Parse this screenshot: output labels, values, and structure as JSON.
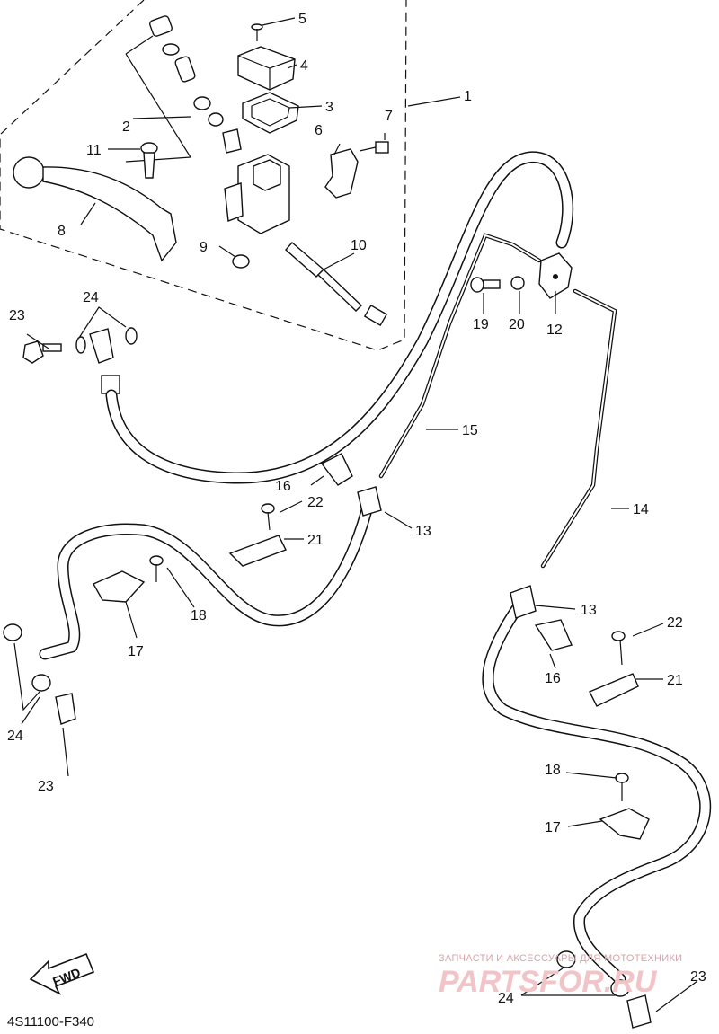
{
  "diagram": {
    "callouts": [
      {
        "id": "c1",
        "text": "1"
      },
      {
        "id": "c2",
        "text": "2"
      },
      {
        "id": "c3",
        "text": "3"
      },
      {
        "id": "c4",
        "text": "4"
      },
      {
        "id": "c5",
        "text": "5"
      },
      {
        "id": "c6",
        "text": "6"
      },
      {
        "id": "c7",
        "text": "7"
      },
      {
        "id": "c8",
        "text": "8"
      },
      {
        "id": "c9",
        "text": "9"
      },
      {
        "id": "c10",
        "text": "10"
      },
      {
        "id": "c11",
        "text": "11"
      },
      {
        "id": "c12",
        "text": "12"
      },
      {
        "id": "c13a",
        "text": "13"
      },
      {
        "id": "c13b",
        "text": "13"
      },
      {
        "id": "c14",
        "text": "14"
      },
      {
        "id": "c15",
        "text": "15"
      },
      {
        "id": "c16a",
        "text": "16"
      },
      {
        "id": "c16b",
        "text": "16"
      },
      {
        "id": "c17a",
        "text": "17"
      },
      {
        "id": "c17b",
        "text": "17"
      },
      {
        "id": "c18a",
        "text": "18"
      },
      {
        "id": "c18b",
        "text": "18"
      },
      {
        "id": "c19",
        "text": "19"
      },
      {
        "id": "c20",
        "text": "20"
      },
      {
        "id": "c21a",
        "text": "21"
      },
      {
        "id": "c21b",
        "text": "21"
      },
      {
        "id": "c22a",
        "text": "22"
      },
      {
        "id": "c22b",
        "text": "22"
      },
      {
        "id": "c23a",
        "text": "23"
      },
      {
        "id": "c23b",
        "text": "23"
      },
      {
        "id": "c23c",
        "text": "23"
      },
      {
        "id": "c24a",
        "text": "24"
      },
      {
        "id": "c24b",
        "text": "24"
      },
      {
        "id": "c24c",
        "text": "24"
      }
    ],
    "fwd_label": "FWD",
    "diagram_code": "4S11100-F340"
  },
  "watermark": {
    "tagline": "ЗАПЧАСТИ И АКСЕССУАРЫ ДЛЯ МОТОТЕХНИКИ",
    "logo": "PARTSFOR.RU"
  },
  "colors": {
    "line": "#111111",
    "background": "#ffffff",
    "watermark_text": "#d9a3a8",
    "watermark_logo": "#f2c4c8"
  }
}
